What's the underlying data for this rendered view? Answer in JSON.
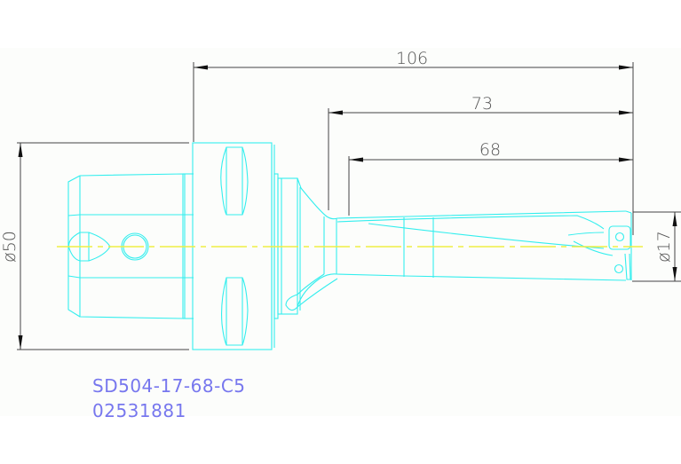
{
  "drawing": {
    "title": "Indexable drill with holder - side view",
    "colors": {
      "geometry": "#33eeee",
      "dimension": "#444444",
      "centerline": "#eeee44",
      "label": "#7777ee",
      "background": "#fcfdfb"
    },
    "dimensions": {
      "overall_length": "106",
      "body_length": "73",
      "flute_length": "68",
      "shank_diameter": "ø50",
      "cutting_diameter": "ø17"
    },
    "labels": {
      "part_number": "SD504-17-68-C5",
      "order_code": "02531881"
    }
  }
}
